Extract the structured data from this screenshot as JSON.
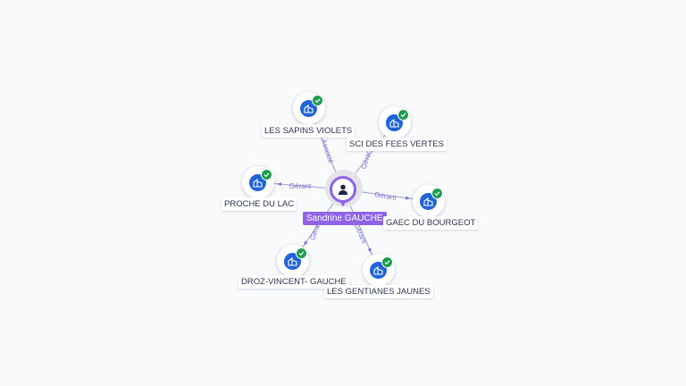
{
  "center": {
    "name": "Sandrine GAUCHE",
    "icon": "person-icon",
    "color": "#8e63e8"
  },
  "nodes": [
    {
      "id": "les-sapins-violets",
      "name": "LES SAPINS VIOLETS",
      "relation": "Associé",
      "icon": "company-icon",
      "status": "verified"
    },
    {
      "id": "sci-des-fees-vertes",
      "name": "SCI DES FEES VERTES",
      "relation": "Gérant",
      "icon": "company-icon",
      "status": "verified"
    },
    {
      "id": "proche-du-lac",
      "name": "PROCHE DU LAC",
      "relation": "Gérant",
      "icon": "company-icon",
      "status": "verified"
    },
    {
      "id": "gaec-du-bourgeot",
      "name": "GAEC DU BOURGEOT",
      "relation": "Gérant",
      "icon": "company-icon",
      "status": "verified"
    },
    {
      "id": "droz-vincent-gauche",
      "name": "DROZ-VINCENT- GAUCHE",
      "relation": "Gérant",
      "icon": "company-icon",
      "status": "verified"
    },
    {
      "id": "les-gentianes-jaunes",
      "name": "LES GENTIANES JAUNES",
      "relation": "Gérant",
      "icon": "company-icon",
      "status": "verified"
    }
  ],
  "colors": {
    "company": "#1f63d6",
    "check": "#1f9d4f",
    "edge": "#9aa1c9",
    "edge_label": "#7c6fd6"
  }
}
